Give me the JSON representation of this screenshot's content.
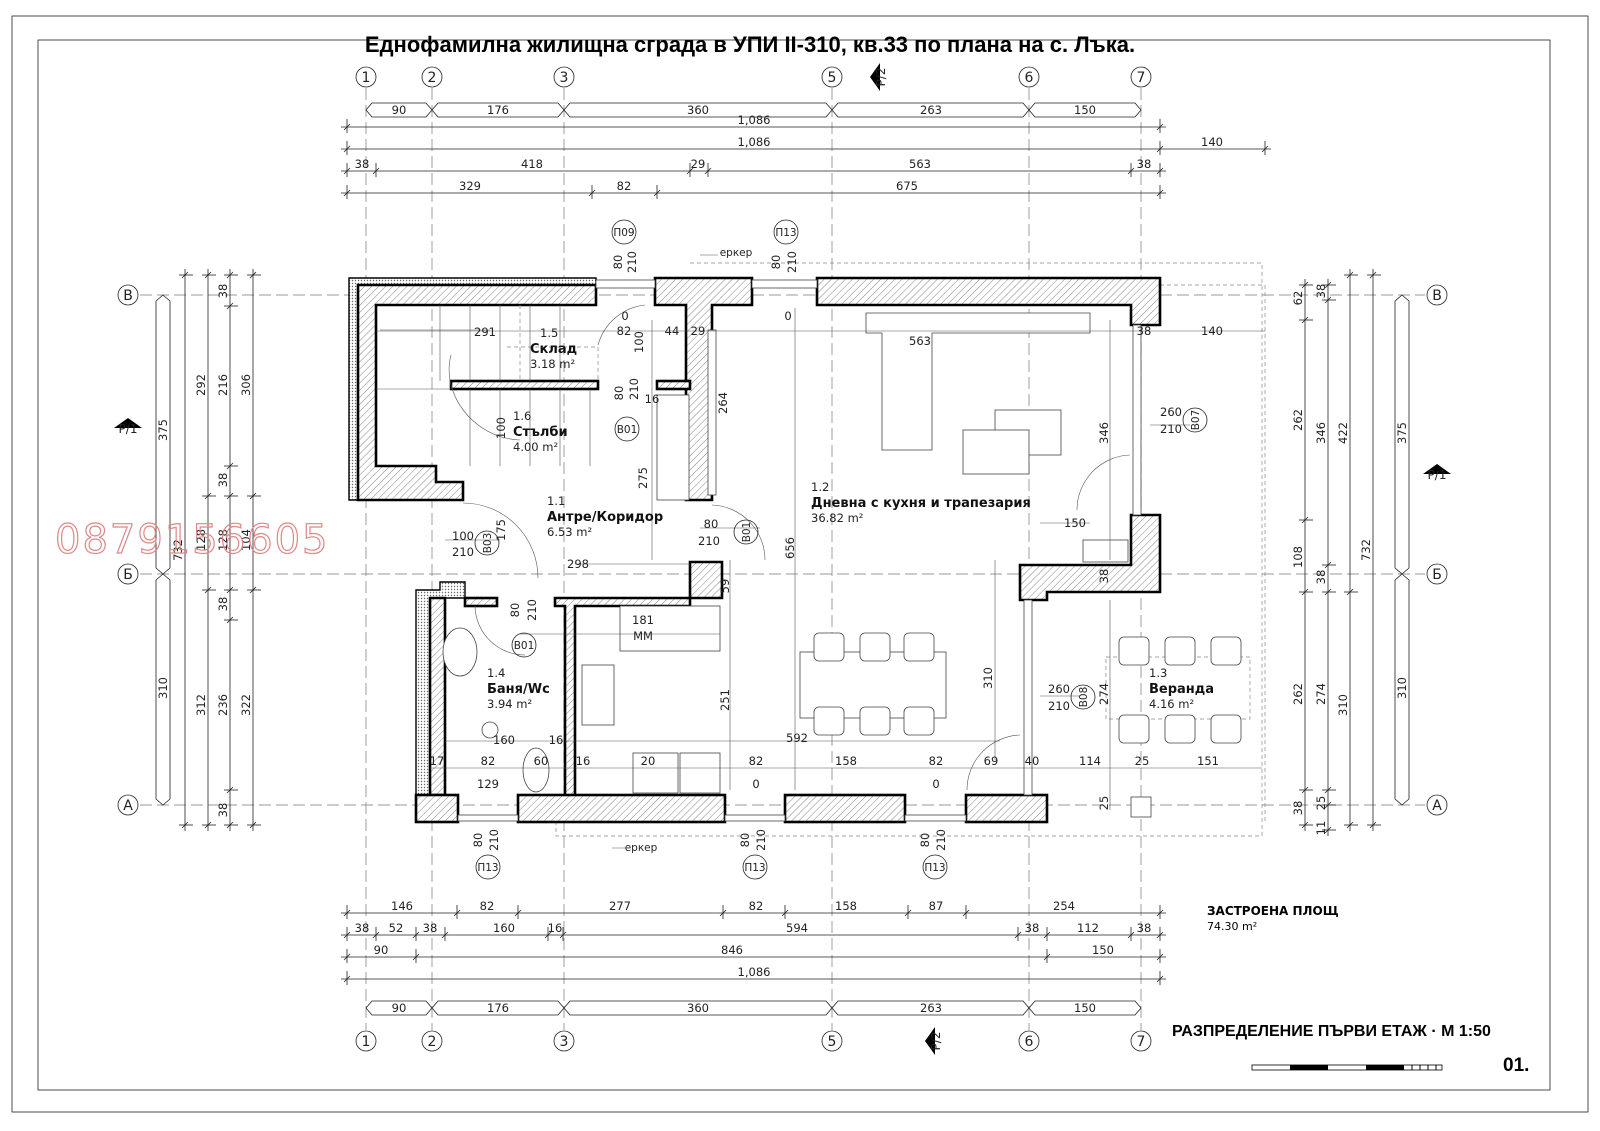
{
  "title": "Еднофамилна жилищна сграда в УПИ II-310, кв.33 по плана на с. Лъка.",
  "grid_axes": {
    "vertical": [
      "1",
      "2",
      "3",
      "5",
      "6",
      "7"
    ],
    "horizontal": [
      "В",
      "Б",
      "А"
    ]
  },
  "section_marks": {
    "p1": "P/1",
    "p2": "P/2"
  },
  "dimensions": {
    "top_axis_chain": [
      "90",
      "176",
      "360",
      "263",
      "150"
    ],
    "top_overall": [
      "1,086"
    ],
    "top_overall_ext": [
      "1,086",
      "140"
    ],
    "top_wall_chain": [
      "38",
      "418",
      "29",
      "563",
      "38"
    ],
    "top_openings": [
      "329",
      "82",
      "675"
    ],
    "bottom_openings": [
      "146",
      "82",
      "277",
      "82",
      "158",
      "87",
      "254"
    ],
    "bottom_wall_chain": [
      "38",
      "52",
      "38",
      "160",
      "16",
      "594",
      "38",
      "112",
      "38"
    ],
    "bottom_chain": [
      "90",
      "846",
      "150"
    ],
    "bottom_overall": [
      "1,086"
    ],
    "bottom_axis_chain": [
      "90",
      "176",
      "360",
      "263",
      "150"
    ],
    "left_1": [
      "375",
      "310"
    ],
    "left_2": [
      "732"
    ],
    "left_3": [
      "292",
      "128",
      "312"
    ],
    "left_4": [
      "38",
      "216",
      "38",
      "128",
      "38",
      "236",
      "38"
    ],
    "left_5": [
      "306",
      "104",
      "322"
    ],
    "right_1": [
      "62",
      "262",
      "108",
      "262",
      "38"
    ],
    "right_2": [
      "38",
      "346",
      "38",
      "274",
      "25",
      "11"
    ],
    "right_3": [
      "422",
      "310"
    ],
    "right_4": [
      "732"
    ],
    "right_5": [
      "375",
      "310"
    ],
    "interior": [
      "291",
      "0",
      "82",
      "100",
      "44",
      "29",
      "0",
      "563",
      "38",
      "140",
      "264",
      "80",
      "210",
      "16",
      "100",
      "275",
      "175",
      "100",
      "210",
      "80",
      "210",
      "656",
      "298",
      "59",
      "80",
      "210",
      "181",
      "ММ",
      "251",
      "592",
      "160",
      "16",
      "17",
      "82",
      "60",
      "16",
      "20",
      "82",
      "158",
      "82",
      "69",
      "40",
      "114",
      "25",
      "151",
      "129",
      "0",
      "0",
      "346",
      "260",
      "210",
      "150",
      "38",
      "310",
      "260",
      "210",
      "274",
      "25"
    ]
  },
  "rooms": [
    {
      "number": "1.5",
      "name": "Склад",
      "area": "3.18 m²"
    },
    {
      "number": "1.6",
      "name": "Стълби",
      "area": "4.00 m²"
    },
    {
      "number": "1.1",
      "name": "Антре/Коридор",
      "area": "6.53 m²"
    },
    {
      "number": "1.2",
      "name": "Дневна с кухня и трапезария",
      "area": "36.82 m²"
    },
    {
      "number": "1.4",
      "name": "Баня/Wc",
      "area": "3.94 m²"
    },
    {
      "number": "1.3",
      "name": "Веранда",
      "area": "4.16 m²"
    }
  ],
  "door_tags": [
    "П09",
    "П13",
    "B01",
    "B01",
    "B03",
    "B01",
    "B07",
    "B08",
    "П13",
    "П13",
    "П13"
  ],
  "door_sizes": [
    "80",
    "210",
    "80",
    "210",
    "80",
    "210",
    "80",
    "210",
    "80",
    "210"
  ],
  "notes": {
    "erker": "еркер"
  },
  "built_area": {
    "label": "ЗАСТРОЕНА ПЛОЩ",
    "value": "74.30 m²"
  },
  "sheet": {
    "title": "РАЗПРЕДЕЛЕНИЕ ПЪРВИ ЕТАЖ · М 1:50",
    "number": "01."
  },
  "watermark": "0879156605",
  "colors": {
    "lines": "#222222",
    "watermark": "#dd8888",
    "background": "#ffffff"
  }
}
